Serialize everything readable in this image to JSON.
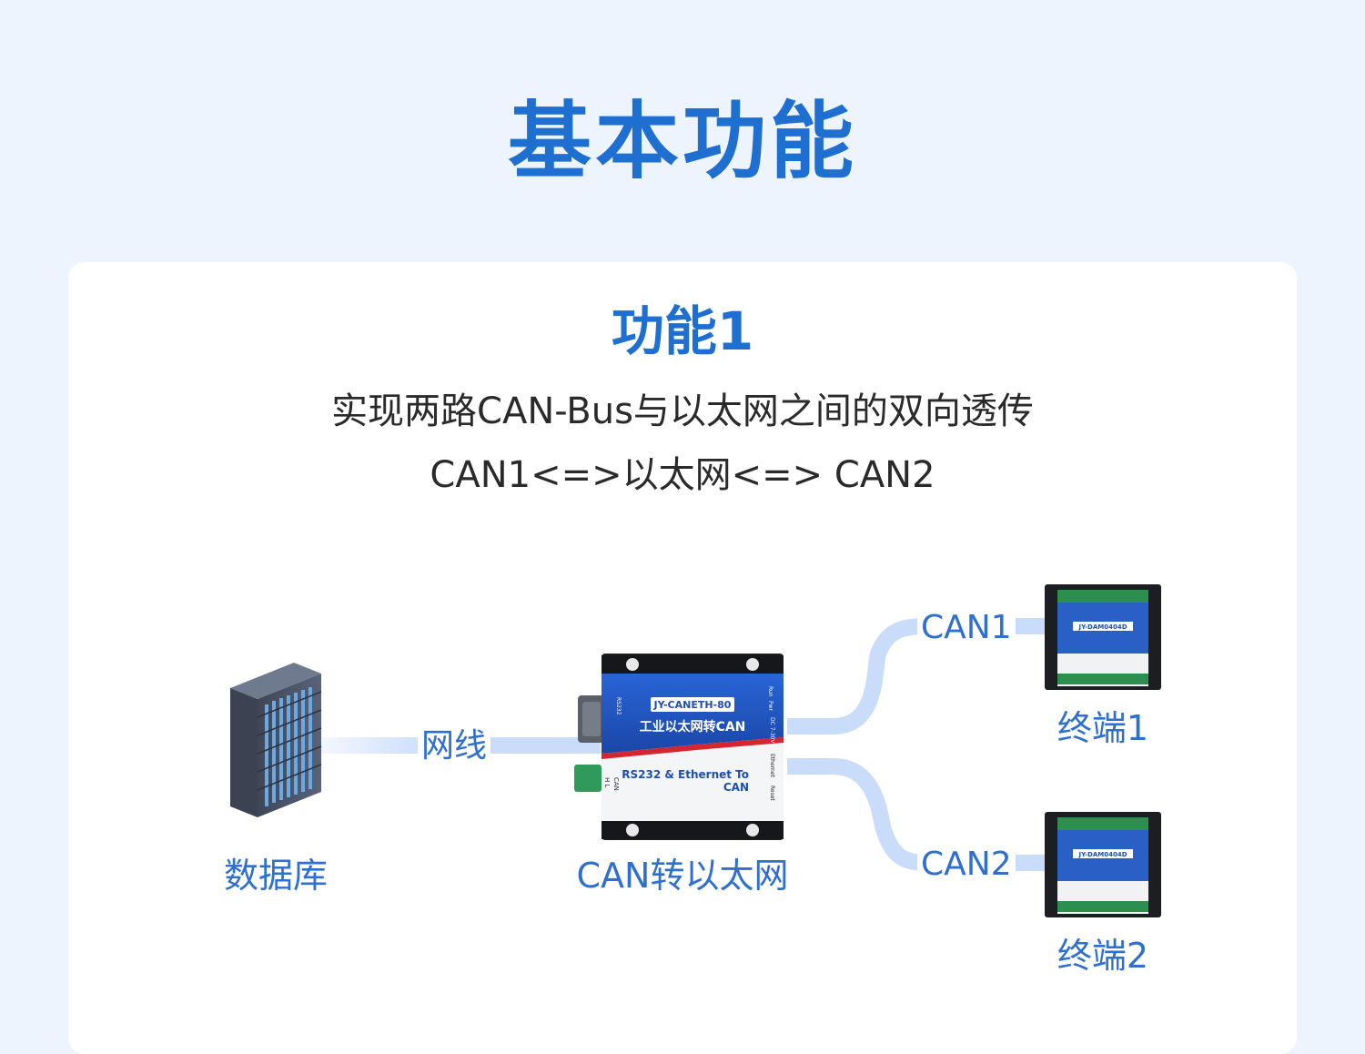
{
  "page": {
    "title": "基本功能"
  },
  "feature": {
    "title": "功能1",
    "desc_line1": "实现两路CAN-Bus与以太网之间的双向透传",
    "desc_line2": "CAN1<=>以太网<=> CAN2"
  },
  "diagram": {
    "database_label": "数据库",
    "cable_label": "网线",
    "gateway_label": "CAN转以太网",
    "can1_label": "CAN1",
    "can2_label": "CAN2",
    "terminal1_label": "终端1",
    "terminal2_label": "终端2",
    "gateway_device": {
      "model": "JY-CANETH-80",
      "name": "工业以太网转CAN",
      "subtitle_line1": "RS232 & Ethernet To",
      "subtitle_line2": "CAN",
      "port_rs232": "RS232",
      "port_can": "CAN",
      "port_hl": "H L",
      "led_run": "Run",
      "led_pwr": "Pwr",
      "port_dc": "DC 7-30V",
      "port_ethernet": "Ethernet",
      "port_reset": "Reset"
    },
    "terminal_device": {
      "model": "JY-DAM0404D"
    }
  },
  "colors": {
    "accent": "#1f6fd1",
    "label": "#2e6fcf",
    "cable": "#c9ddfb",
    "device_blue": "#1d4fb3",
    "device_red": "#d3262e"
  }
}
